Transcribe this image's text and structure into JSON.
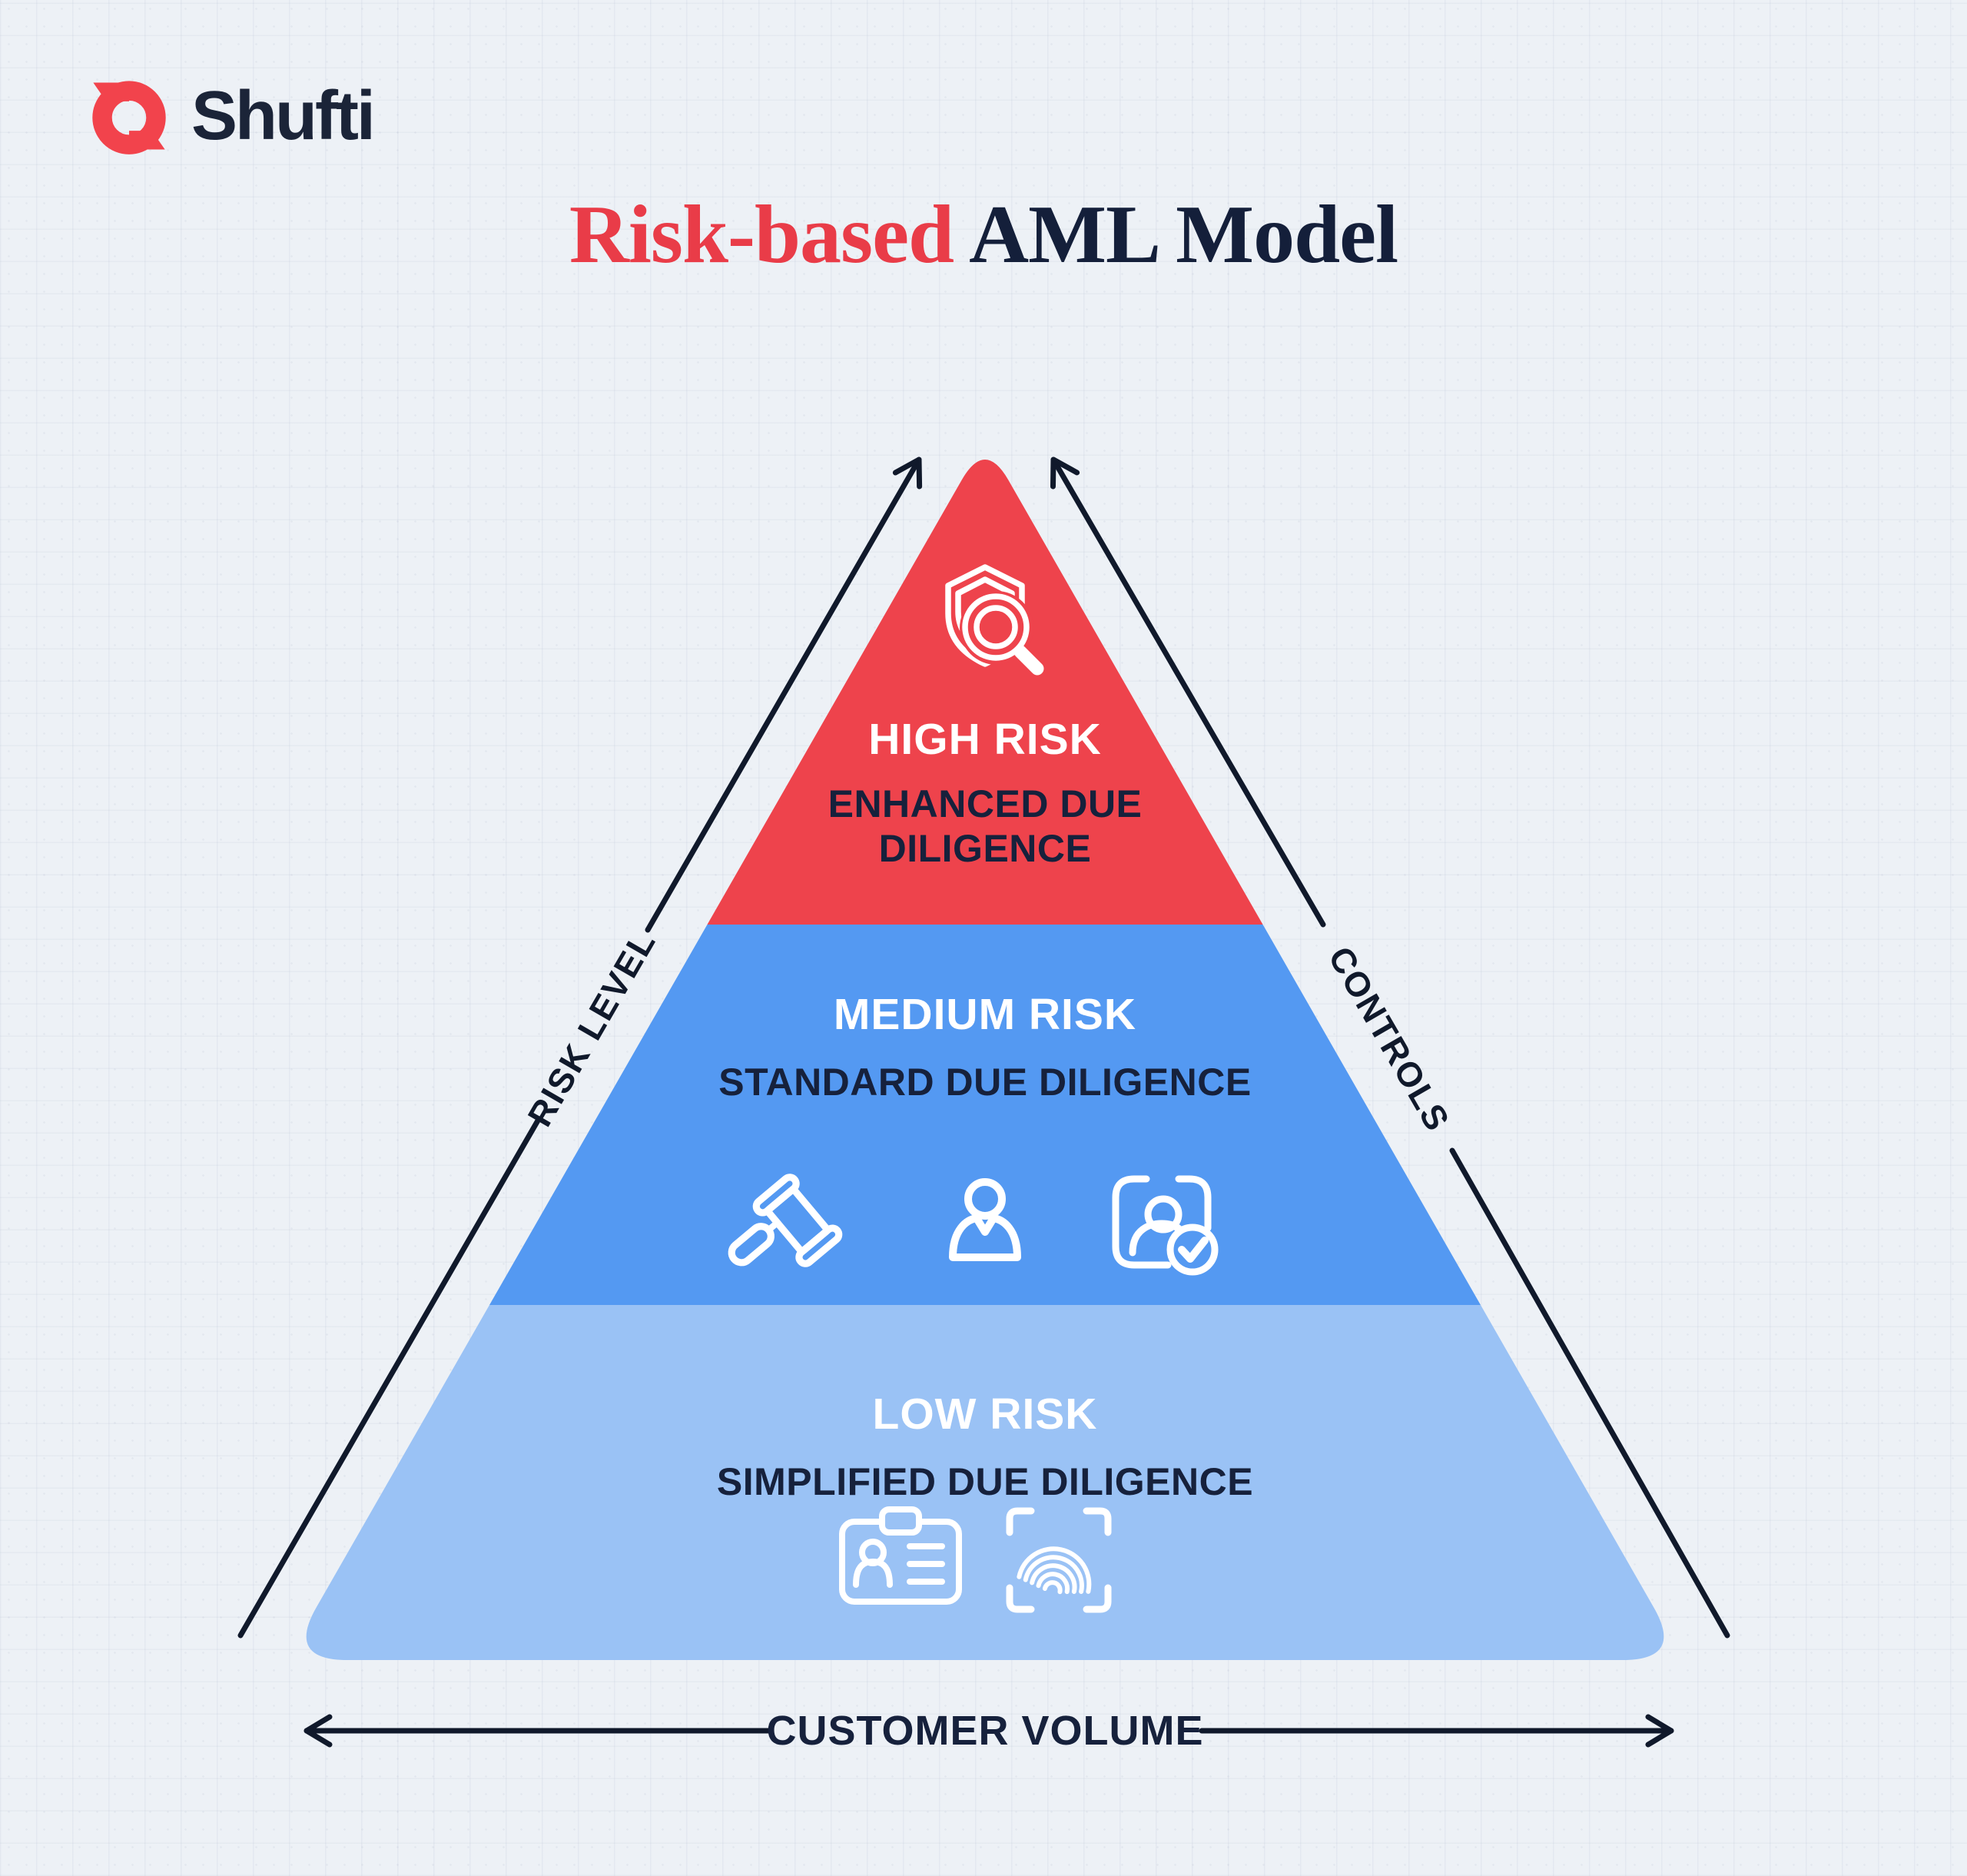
{
  "brand": {
    "name": "Shufti",
    "logo_icon": "shufti-ring-icon"
  },
  "title": {
    "highlight": "Risk-based",
    "rest": "AML Model"
  },
  "colors": {
    "background": "#EDF1F6",
    "accent_red": "#EE434C",
    "mid_blue": "#5499F2",
    "light_blue": "#9AC2F5",
    "navy": "#16213C",
    "line": "#10192B",
    "white": "#FFFFFF"
  },
  "pyramid": {
    "tiers": [
      {
        "name": "high",
        "label": "HIGH RISK",
        "sublabel_lines": [
          "ENHANCED DUE",
          "DILIGENCE"
        ],
        "color": "#EE434C",
        "icons": [
          "shield-magnifier-icon"
        ]
      },
      {
        "name": "medium",
        "label": "MEDIUM RISK",
        "sublabel_lines": [
          "STANDARD DUE DILIGENCE"
        ],
        "color": "#5499F2",
        "icons": [
          "gavel-icon",
          "person-icon",
          "id-verification-icon"
        ]
      },
      {
        "name": "low",
        "label": "LOW RISK",
        "sublabel_lines": [
          "SIMPLIFIED DUE DILIGENCE"
        ],
        "color": "#9AC2F5",
        "icons": [
          "id-card-icon",
          "fingerprint-scan-icon"
        ]
      }
    ]
  },
  "axes": {
    "left_label": "RISK LEVEL",
    "right_label": "CONTROLS",
    "bottom_label": "CUSTOMER VOLUME"
  }
}
